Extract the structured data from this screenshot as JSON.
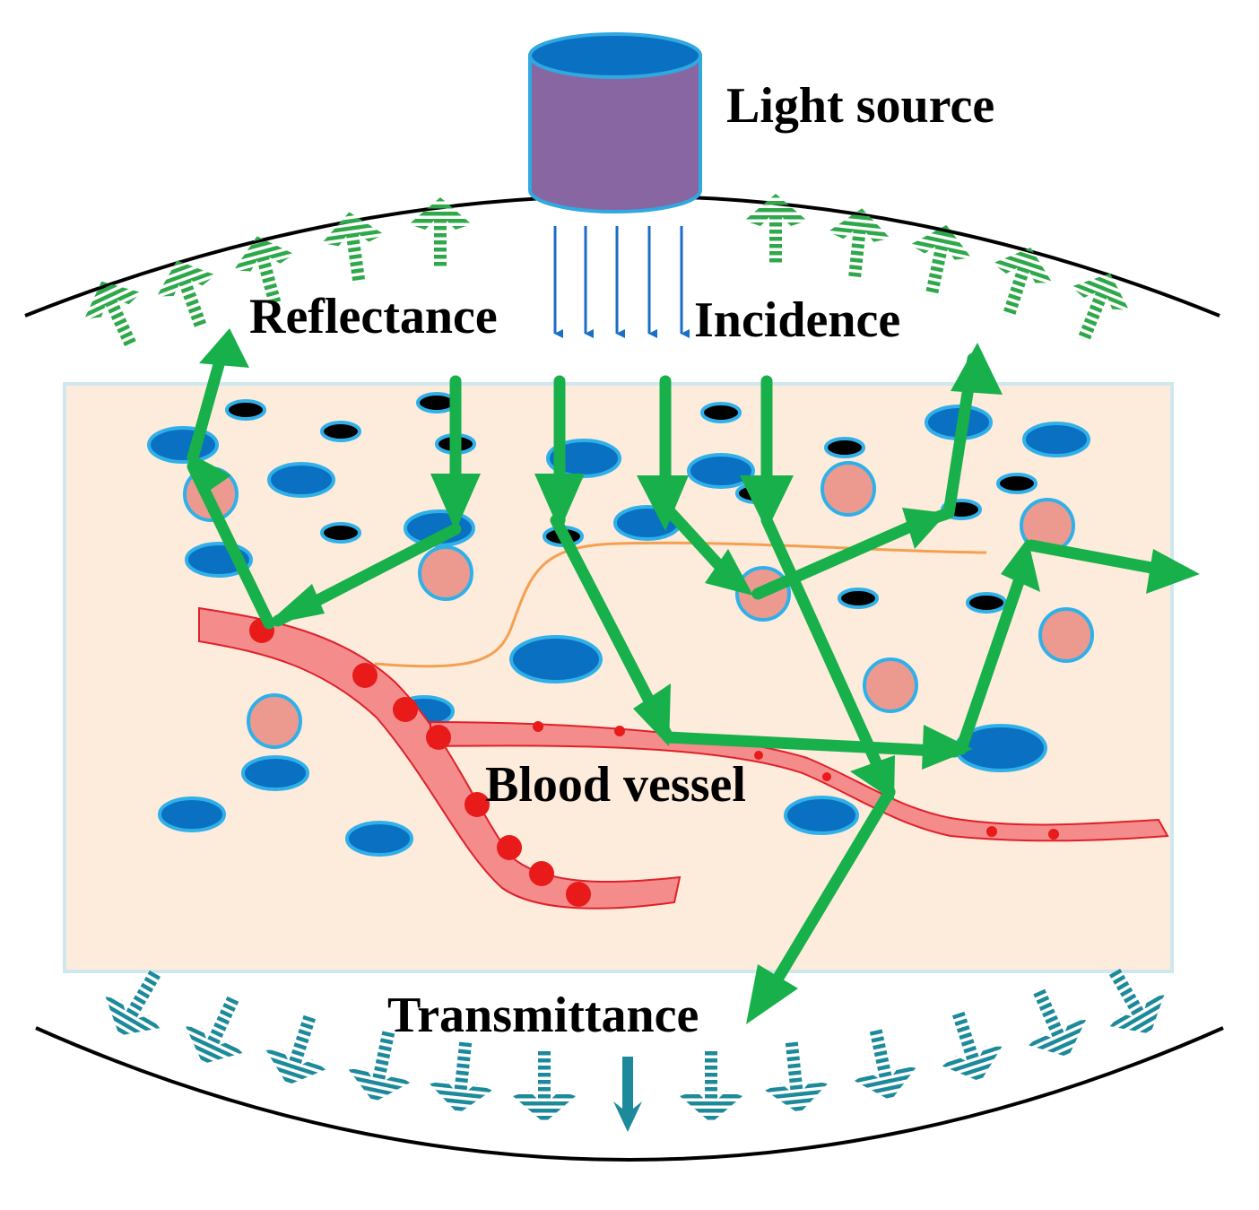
{
  "labels": {
    "light_source": "Light source",
    "reflectance": "Reflectance",
    "incidence": "Incidence",
    "blood_vessel": "Blood vessel",
    "transmittance": "Transmittance"
  },
  "colors": {
    "tissue_fill": "#fdebdc",
    "tissue_border": "#cfe7ee",
    "light_source_top": "#0a70c2",
    "light_source_body": "#8866a1",
    "light_source_edge": "#30a8e0",
    "incident_rays": "#1a6ec8",
    "path_arrows": "#18b04a",
    "reflect_arrows": "#2fa84a",
    "transmit_arrows": "#1c8a9a",
    "vessel_fill": "#f48c8c",
    "vessel_edge": "#e0202a",
    "blood_cell": "#e81a1a",
    "nerve_fiber": "#f4a050",
    "cell_blue": "#0a70c2",
    "cell_blue_edge": "#30b0e8",
    "cell_pink": "#ec9a90",
    "cell_black": "#000000"
  }
}
